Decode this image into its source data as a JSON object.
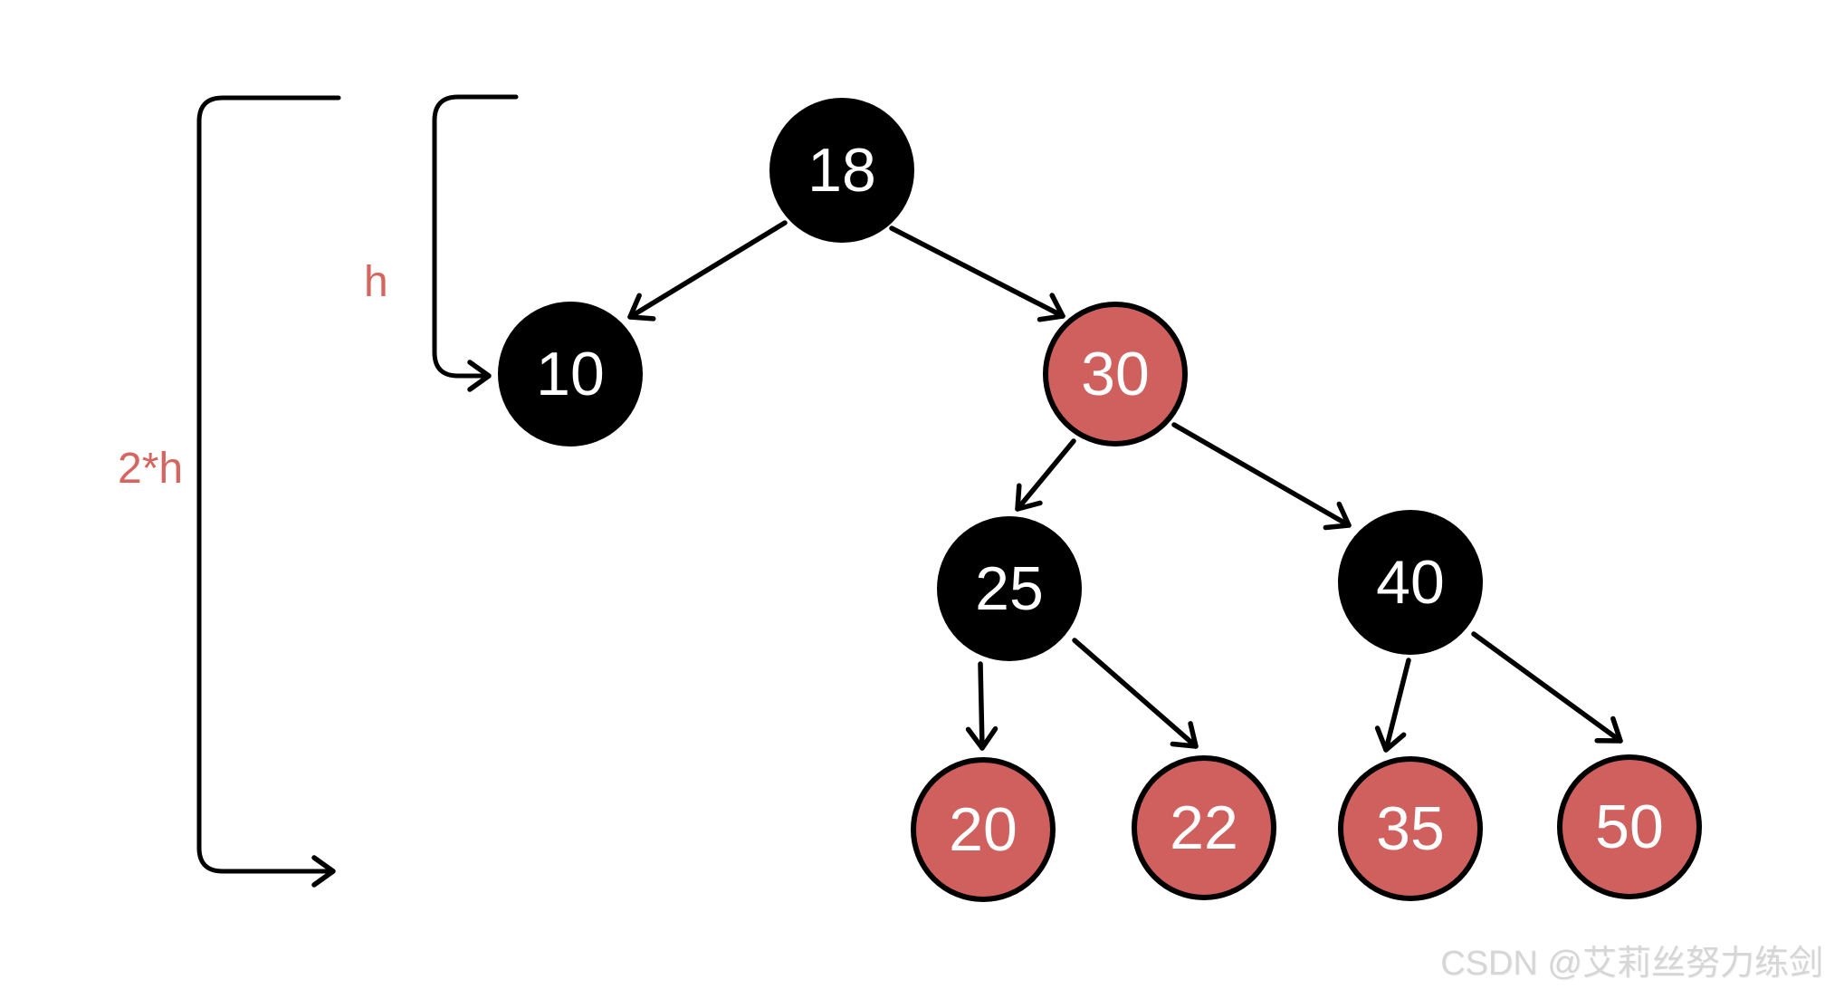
{
  "colors": {
    "background": "#ffffff",
    "line_color": "#000000",
    "node_black": "#000000",
    "node_red": "#d0605e",
    "node_text": "#ffffff",
    "annotation_red": "#d66560",
    "watermark_gray": "#d6d6d6"
  },
  "tree": {
    "type": "red-black-tree",
    "nodes": [
      {
        "value": "18",
        "color": "black"
      },
      {
        "value": "10",
        "color": "black"
      },
      {
        "value": "30",
        "color": "red"
      },
      {
        "value": "25",
        "color": "black"
      },
      {
        "value": "40",
        "color": "black"
      },
      {
        "value": "20",
        "color": "red"
      },
      {
        "value": "22",
        "color": "red"
      },
      {
        "value": "35",
        "color": "red"
      },
      {
        "value": "50",
        "color": "red"
      }
    ],
    "edges": [
      {
        "from": "18",
        "to": "10"
      },
      {
        "from": "18",
        "to": "30"
      },
      {
        "from": "30",
        "to": "25"
      },
      {
        "from": "30",
        "to": "40"
      },
      {
        "from": "25",
        "to": "20"
      },
      {
        "from": "25",
        "to": "22"
      },
      {
        "from": "40",
        "to": "35"
      },
      {
        "from": "40",
        "to": "50"
      }
    ]
  },
  "annotations": {
    "h_label": "h",
    "double_h_label": "2*h"
  },
  "watermark": {
    "text": "CSDN @艾莉丝努力练剑"
  }
}
